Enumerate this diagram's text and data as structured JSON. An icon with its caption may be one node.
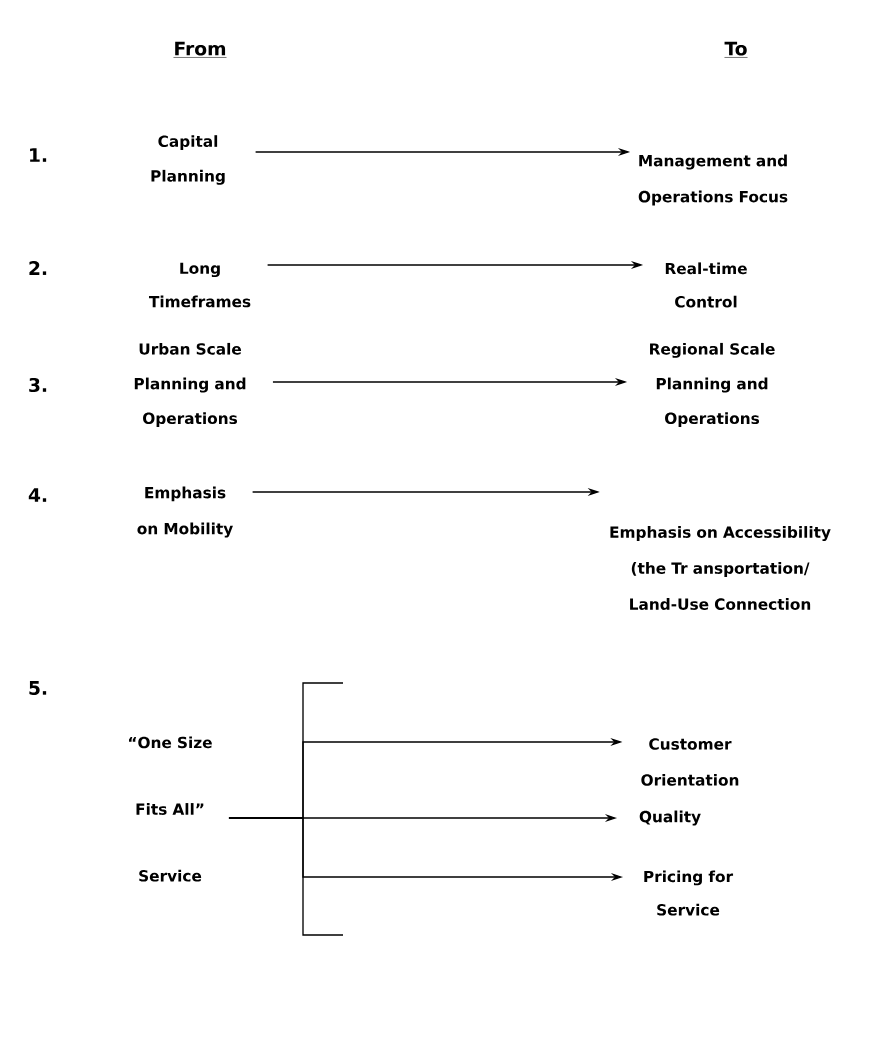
{
  "diagram": {
    "nodes": [
      {
        "text": [
          "Capital Planning"
        ]
      },
      {
        "text": [
          "Management and Operations Focus"
        ]
      },
      {
        "text": [
          "Long Timeframes"
        ]
      },
      {
        "text": [
          "Real-time Control"
        ]
      },
      {
        "text": [
          "Urban Scale Planning and Operations"
        ]
      },
      {
        "text": [
          "Regional Scale Planning and Operations"
        ]
      },
      {
        "text": [
          "Emphasis on Mobility"
        ]
      },
      {
        "text": [
          "Emphasis on Accessibility (the Tr ansportation/ Land-Use Connection"
        ]
      },
      {
        "text": [
          "“One Size Fits All” Service"
        ]
      },
      {
        "text": [
          "Customer Orientation"
        ]
      },
      {
        "text": [
          "Quality"
        ]
      },
      {
        "text": [
          "Pricing for Service"
        ]
      }
    ],
    "edges": [
      {
        "from": 0,
        "to": 1,
        "arrow": "to"
      },
      {
        "from": 2,
        "to": 3,
        "arrow": "to"
      },
      {
        "from": 4,
        "to": 5,
        "arrow": "to"
      },
      {
        "from": 6,
        "to": 7,
        "arrow": "to"
      },
      {
        "from": 8,
        "to": 9,
        "arrow": "to"
      },
      {
        "from": 8,
        "to": 10,
        "arrow": "to"
      },
      {
        "from": 8,
        "to": 11,
        "arrow": "to"
      }
    ],
    "labels": [
      "From",
      "To",
      "1.",
      "2.",
      "3.",
      "4.",
      "5."
    ]
  }
}
